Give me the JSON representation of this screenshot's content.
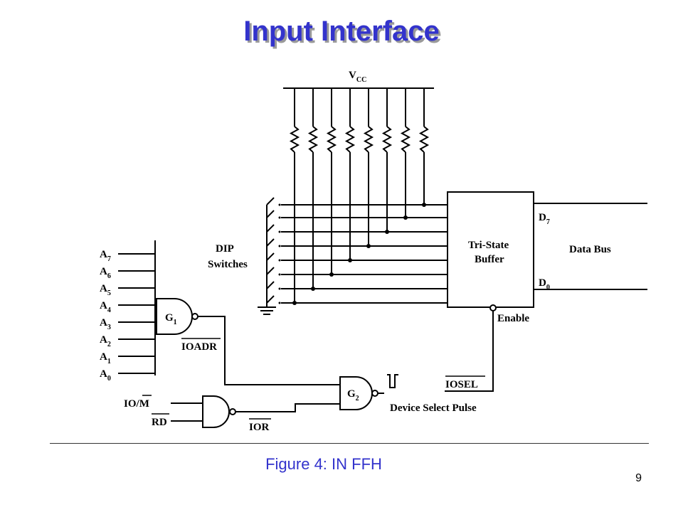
{
  "slide": {
    "title": "Input Interface",
    "caption": "Figure 4: IN FFH",
    "page_number": "9"
  },
  "diagram": {
    "vcc": {
      "main": "V",
      "sub": "CC"
    },
    "dip_label_line1": "DIP",
    "dip_label_line2": "Switches",
    "buffer_line1": "Tri-State",
    "buffer_line2": "Buffer",
    "d7": {
      "main": "D",
      "sub": "7"
    },
    "d0": {
      "main": "D",
      "sub": "0"
    },
    "data_bus": "Data Bus",
    "enable": "Enable",
    "address_lines": [
      {
        "main": "A",
        "sub": "7"
      },
      {
        "main": "A",
        "sub": "6"
      },
      {
        "main": "A",
        "sub": "5"
      },
      {
        "main": "A",
        "sub": "4"
      },
      {
        "main": "A",
        "sub": "3"
      },
      {
        "main": "A",
        "sub": "2"
      },
      {
        "main": "A",
        "sub": "1"
      },
      {
        "main": "A",
        "sub": "0"
      }
    ],
    "g1": {
      "main": "G",
      "sub": "1"
    },
    "g2": {
      "main": "G",
      "sub": "2"
    },
    "ioadr": "IOADR",
    "iosel": "IOSEL",
    "io_m_prefix": "IO/",
    "io_m_bar": "M",
    "rd": "RD",
    "ior": "IOR",
    "device_select_pulse": "Device Select Pulse"
  }
}
